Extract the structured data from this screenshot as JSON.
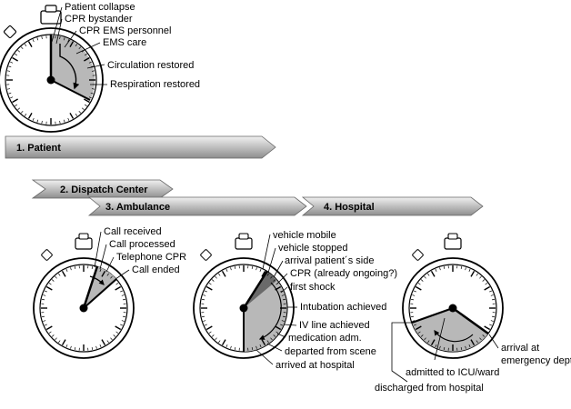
{
  "watches": {
    "patient": {
      "labels": [
        "Patient collapse",
        "CPR bystander",
        "CPR EMS personnel",
        "EMS care",
        "Circulation restored",
        "Respiration restored"
      ]
    },
    "dispatch": {
      "labels": [
        "Call received",
        "Call processed",
        "Telephone CPR",
        "Call ended"
      ]
    },
    "ambulance": {
      "labels": [
        "vehicle mobile",
        "vehicle stopped",
        "arrival patient´s side",
        "CPR (already ongoing?)",
        "first shock",
        "Intubation achieved",
        "IV line achieved",
        "medication adm.",
        "departed from scene",
        "arrived at hospital"
      ]
    },
    "hospital": {
      "labels": [
        "arrival at",
        "emergency dept.",
        "admitted to ICU/ward",
        "discharged from hospital"
      ]
    }
  },
  "phases": {
    "p1": "1. Patient",
    "p2": "2. Dispatch Center",
    "p3": "3. Ambulance",
    "p4": "4. Hospital"
  }
}
